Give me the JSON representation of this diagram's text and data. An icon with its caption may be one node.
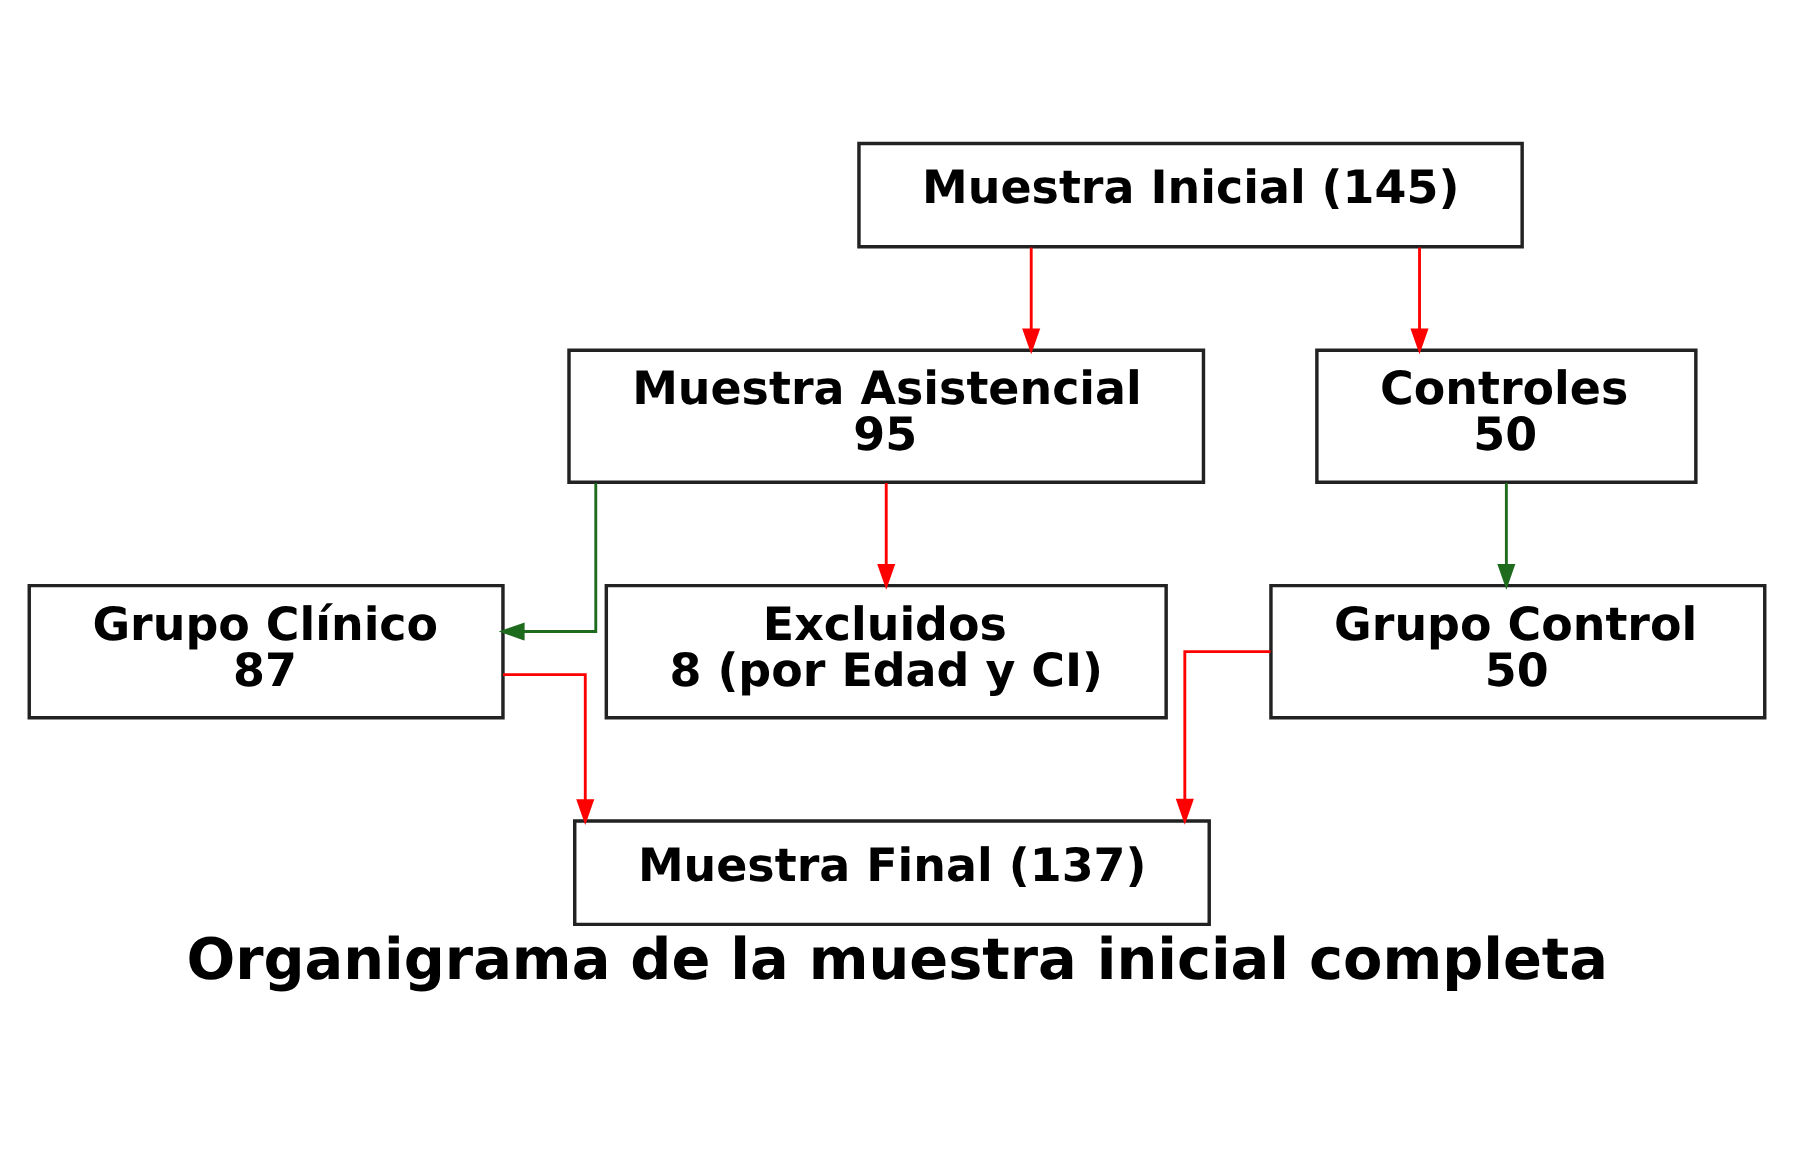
{
  "diagram": {
    "caption": "Organigrama de la muestra inicial completa",
    "nodes": [
      {
        "text": [
          "Muestra Inicial (145)"
        ]
      },
      {
        "text": [
          "Muestra Asistencial",
          "95"
        ]
      },
      {
        "text": [
          "Controles",
          "50"
        ]
      },
      {
        "text": [
          "Grupo Clínico",
          "87"
        ]
      },
      {
        "text": [
          "Grupo Control",
          "50"
        ]
      },
      {
        "text": [
          "Excluidos",
          "8 (por Edad y CI)"
        ]
      },
      {
        "text": [
          "Muestra Final (137)"
        ]
      }
    ],
    "edges": [
      {
        "from": 0,
        "to": 1,
        "arrow": "to"
      },
      {
        "from": 0,
        "to": 2,
        "arrow": "to"
      },
      {
        "from": 1,
        "to": 3,
        "arrow": "to",
        "color": "#1e6b1e"
      },
      {
        "from": 2,
        "to": 4,
        "arrow": "to",
        "color": "#1e6b1e"
      },
      {
        "from": 1,
        "to": 5,
        "arrow": "to"
      },
      {
        "from": 3,
        "to": 6,
        "arrow": "to"
      },
      {
        "from": 4,
        "to": 6,
        "arrow": "to"
      }
    ]
  }
}
